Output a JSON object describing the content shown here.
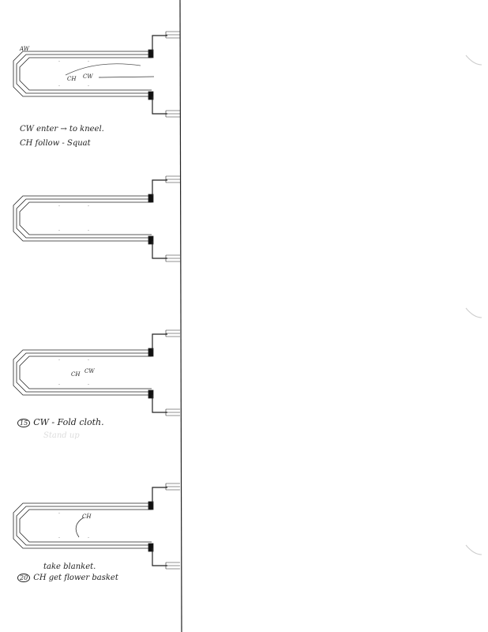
{
  "diagrams": [
    {
      "labels": {
        "corner": "AW",
        "ch": "CH",
        "cw": "CW"
      },
      "notes": [
        "CW enter → to kneel.",
        "CH follow - Squat"
      ]
    },
    {
      "labels": {},
      "notes": []
    },
    {
      "labels": {
        "ch": "CH",
        "cw": "CW"
      },
      "step": "15",
      "notes": [
        "CW - Fold cloth."
      ],
      "faint_note": "Stand up"
    },
    {
      "labels": {
        "ch": "CH"
      },
      "step": "20",
      "notes": [
        "take blanket.",
        "CH get flower basket"
      ]
    }
  ]
}
